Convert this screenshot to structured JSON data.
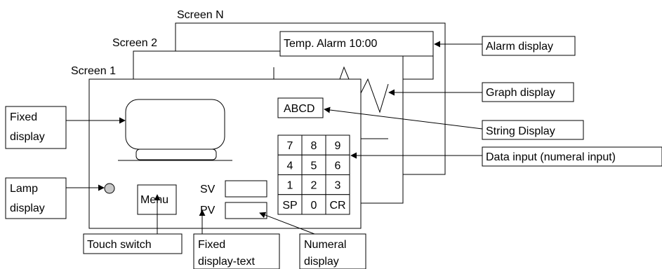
{
  "screens": {
    "back": "Screen N",
    "middle": "Screen 2",
    "front": "Screen 1"
  },
  "alarm_text": "Temp. Alarm  10:00",
  "string_display_text": "ABCD",
  "keypad": [
    "7",
    "8",
    "9",
    "4",
    "5",
    "6",
    "1",
    "2",
    "3",
    "SP",
    "0",
    "CR"
  ],
  "sv_label": "SV",
  "pv_label": "PV",
  "menu_label": "Menu",
  "callouts": {
    "alarm_display": "Alarm display",
    "graph_display": "Graph display",
    "string_display": "String Display",
    "data_input": "Data input (numeral input)",
    "fixed_display": [
      "Fixed",
      "display"
    ],
    "lamp_display": [
      "Lamp",
      "display"
    ],
    "touch_switch": "Touch switch",
    "fixed_display_text": [
      "Fixed",
      "display-text"
    ],
    "numeral_display": [
      "Numeral",
      "display"
    ]
  },
  "colors": {
    "line": "#000000",
    "background": "#ffffff",
    "lamp": "#c8c8c8"
  }
}
